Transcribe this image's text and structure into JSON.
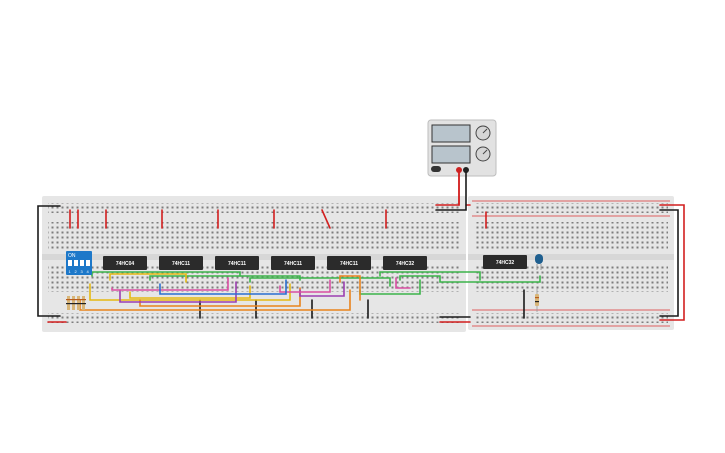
{
  "chips": [
    {
      "label": "74HC04"
    },
    {
      "label": "74HC11"
    },
    {
      "label": "74HC11"
    },
    {
      "label": "74HC11"
    },
    {
      "label": "74HC11"
    },
    {
      "label": "74HC32"
    },
    {
      "label": "74HC32"
    }
  ],
  "dip_switch": {
    "on_label": "ON",
    "numbers": [
      "1",
      "2",
      "3",
      "4"
    ]
  },
  "colors": {
    "breadboard": "#e3e3e3",
    "chip": "#2b2b2b",
    "dip": "#1d78c9",
    "wire_red": "#d21f1f",
    "wire_black": "#1a1a1a",
    "wire_green": "#3bb34a",
    "wire_yellow": "#e5b912",
    "wire_orange": "#e8831c",
    "wire_purple": "#9b3fb0",
    "wire_pink": "#d94fa2",
    "wire_blue": "#2a6fd1",
    "led": "#1f5f8f"
  }
}
